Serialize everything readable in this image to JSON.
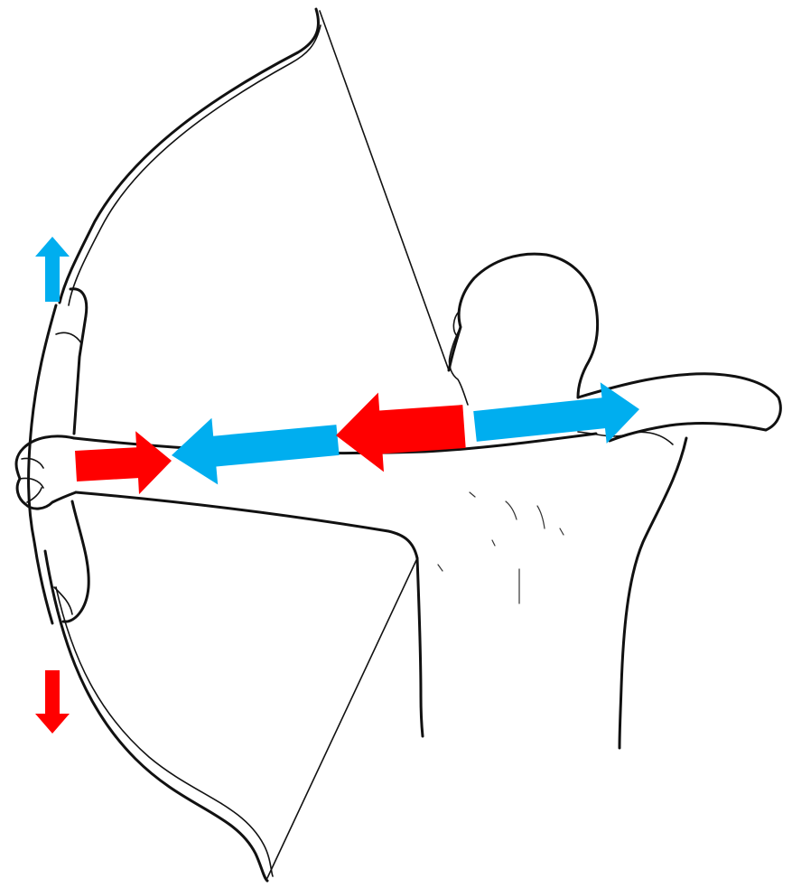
{
  "figure": {
    "subject": "archer-drawing-bow",
    "background_color": "#ffffff",
    "line_color": "#111111"
  },
  "arrows": {
    "colors": {
      "red": "#ff0000",
      "blue": "#00aeef"
    },
    "items": [
      {
        "id": "bow-upper-tip",
        "color": "blue",
        "direction": "up"
      },
      {
        "id": "bow-lower-tip",
        "color": "red",
        "direction": "down"
      },
      {
        "id": "bow-arm-push",
        "color": "red",
        "direction": "right"
      },
      {
        "id": "bow-arm-extension",
        "color": "blue",
        "direction": "left"
      },
      {
        "id": "string-pull-shoulder",
        "color": "red",
        "direction": "left"
      },
      {
        "id": "draw-elbow-extension",
        "color": "blue",
        "direction": "right"
      }
    ]
  }
}
